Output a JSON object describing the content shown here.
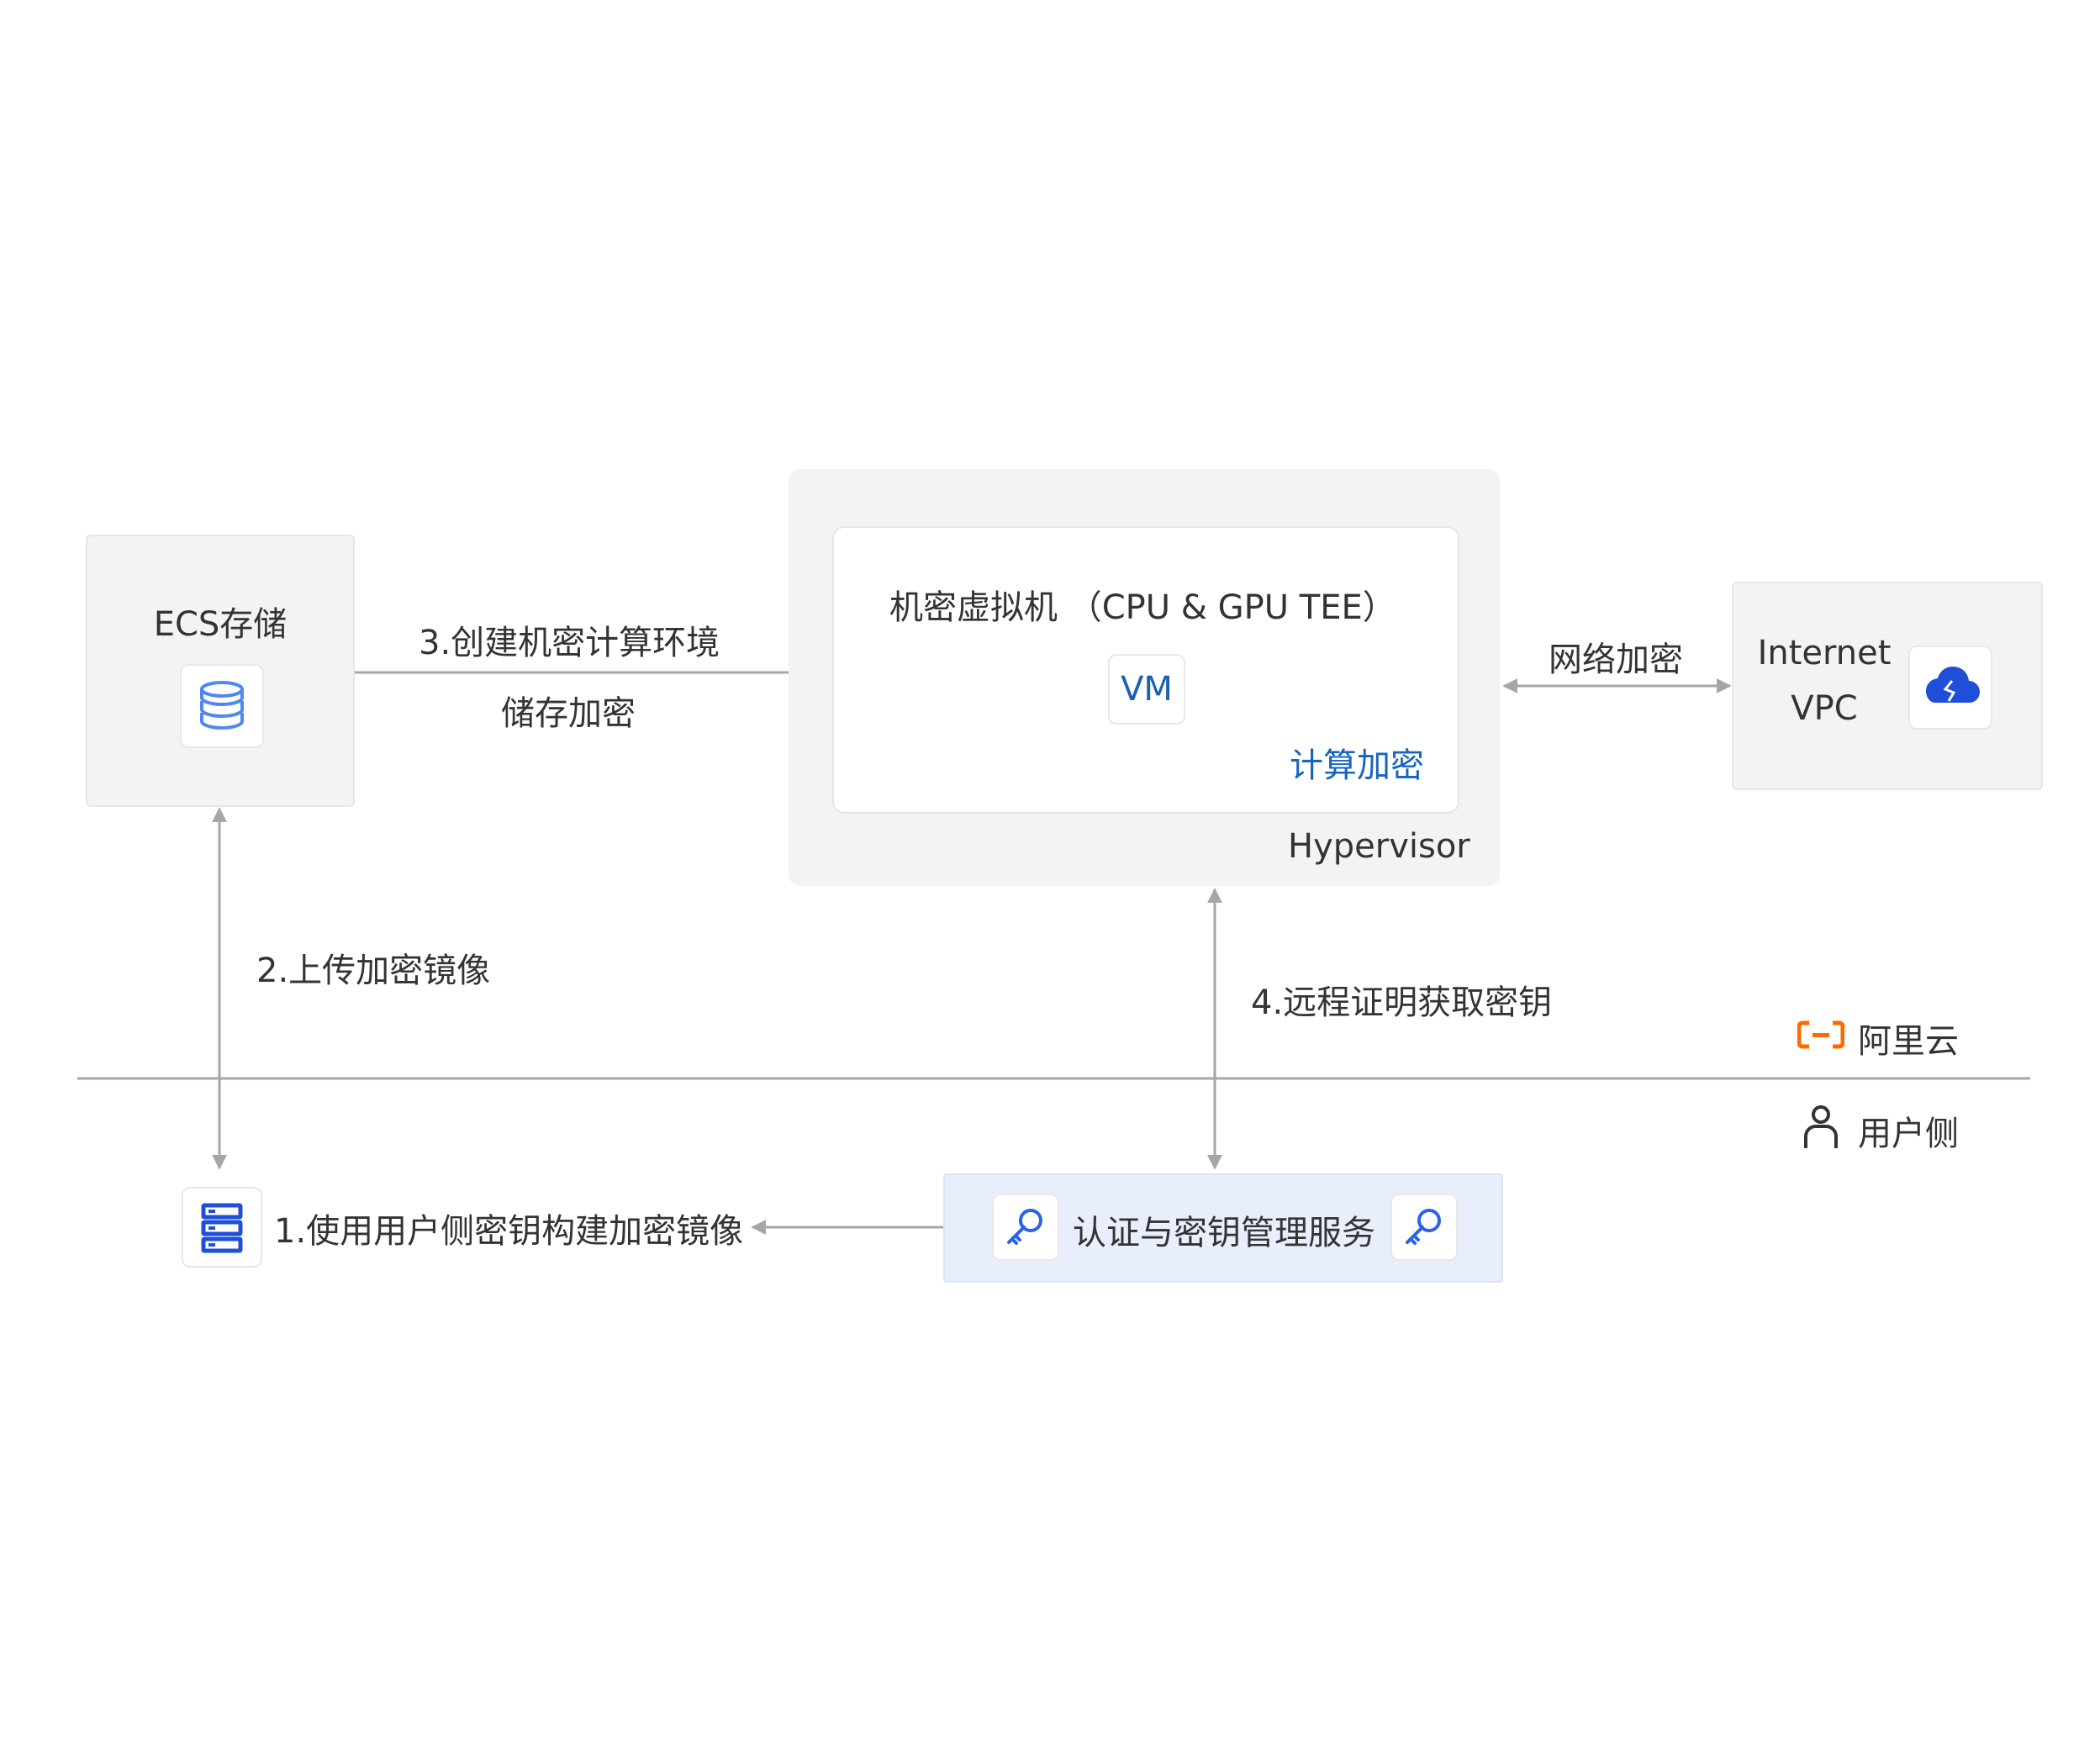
{
  "ecs": {
    "title": "ECS存储",
    "icon": "database-icon"
  },
  "flow": {
    "step3_label": "3.创建机密计算环境",
    "storage_encryption": "储存加密",
    "step2_label": "2.上传加密镜像",
    "step4_label": "4.远程证明获取密钥",
    "step1_label": "1.使用用户侧密钥构建加密镜像",
    "network_encryption": "网络加密"
  },
  "hypervisor": {
    "label": "Hypervisor",
    "vm_box": {
      "title": "机密虚拟机 （CPU & GPU TEE）",
      "vm_label": "VM",
      "compute_encryption": "计算加密"
    }
  },
  "internet": {
    "line1": "Internet",
    "line2": "VPC",
    "icon": "cloud-icon"
  },
  "divider": {
    "cloud_label": "阿里云",
    "cloud_logo_icon": "aliyun-logo-icon",
    "user_label": "用户侧",
    "user_icon": "user-icon"
  },
  "kms": {
    "label": "认证与密钥管理服务",
    "icon": "key-icon"
  },
  "image_builder": {
    "icon": "server-icon"
  },
  "colors": {
    "accent_blue": "#1565c0",
    "aliyun_orange": "#ff6a00",
    "line_gray": "#a6a6a6",
    "panel_gray": "#f3f3f3",
    "kms_panel": "#e8eefb"
  }
}
